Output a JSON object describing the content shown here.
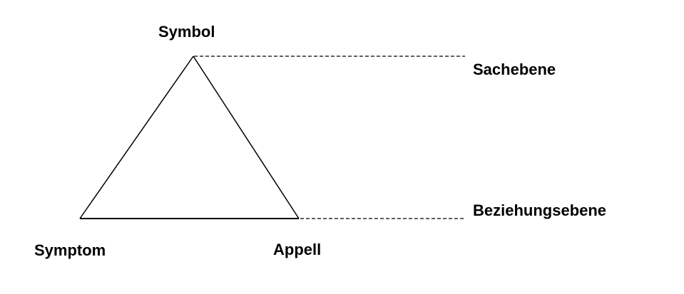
{
  "diagram": {
    "vertices": {
      "top": "Symbol",
      "bottom_left": "Symptom",
      "bottom_right": "Appell"
    },
    "levels": {
      "upper": "Sachebene",
      "lower": "Beziehungsebene"
    },
    "colors": {
      "stroke": "#000000",
      "background": "#ffffff"
    }
  }
}
